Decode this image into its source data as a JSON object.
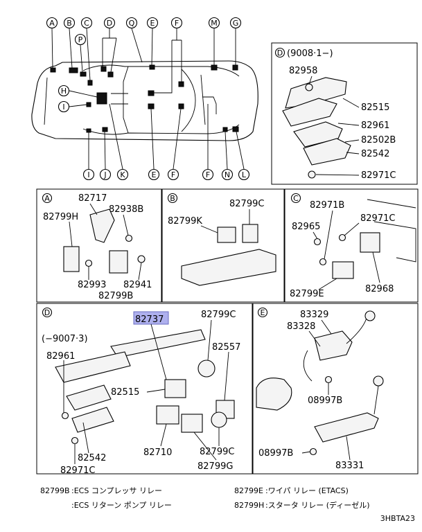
{
  "colors": {
    "highlight": "#aeb0ee",
    "ink": "#000000",
    "background": "#ffffff"
  },
  "car": {
    "top_letters": [
      "A",
      "B",
      "C",
      "D",
      "Q",
      "E",
      "F",
      "M",
      "G"
    ],
    "p_letter": "P",
    "left_letters": [
      "H",
      "I"
    ],
    "bottom_letters": [
      "I",
      "J",
      "K",
      "E",
      "F",
      "F",
      "N",
      "L"
    ]
  },
  "panel_d_top": {
    "letter": "D",
    "title": "(9008·1−)",
    "parts": [
      "82958",
      "82515",
      "82961",
      "82502B",
      "82542",
      "82971C"
    ]
  },
  "panel_a": {
    "letter": "A",
    "parts": [
      "82717",
      "82799H",
      "82938B",
      "82993",
      "82941",
      "82799B"
    ]
  },
  "panel_b": {
    "letter": "B",
    "parts": [
      "82799C",
      "82799K"
    ]
  },
  "panel_c": {
    "letter": "C",
    "parts": [
      "82971B",
      "82965",
      "82971C",
      "82799E",
      "82968"
    ]
  },
  "panel_d_bottom": {
    "letter": "D",
    "highlight_part": "82737",
    "title": "(−9007·3)",
    "parts": [
      "82799C",
      "82961",
      "82557",
      "82515",
      "82542",
      "82710",
      "82799C",
      "82971C",
      "82799G"
    ]
  },
  "panel_e": {
    "letter": "E",
    "parts": [
      "83329",
      "83328",
      "08997B",
      "08997B",
      "83331"
    ]
  },
  "legend": [
    {
      "code": "82799B",
      "text": ":ECS コンプレッサ リレー"
    },
    {
      "code": "",
      "text": ":ECS リターン ポンプ リレー"
    },
    {
      "code": "82799E",
      "text": ":ワイパ リレー (ETACS)"
    },
    {
      "code": "82799H",
      "text": ":スタータ リレー (ディーゼル)"
    }
  ],
  "figure_code": "3HBTA23"
}
